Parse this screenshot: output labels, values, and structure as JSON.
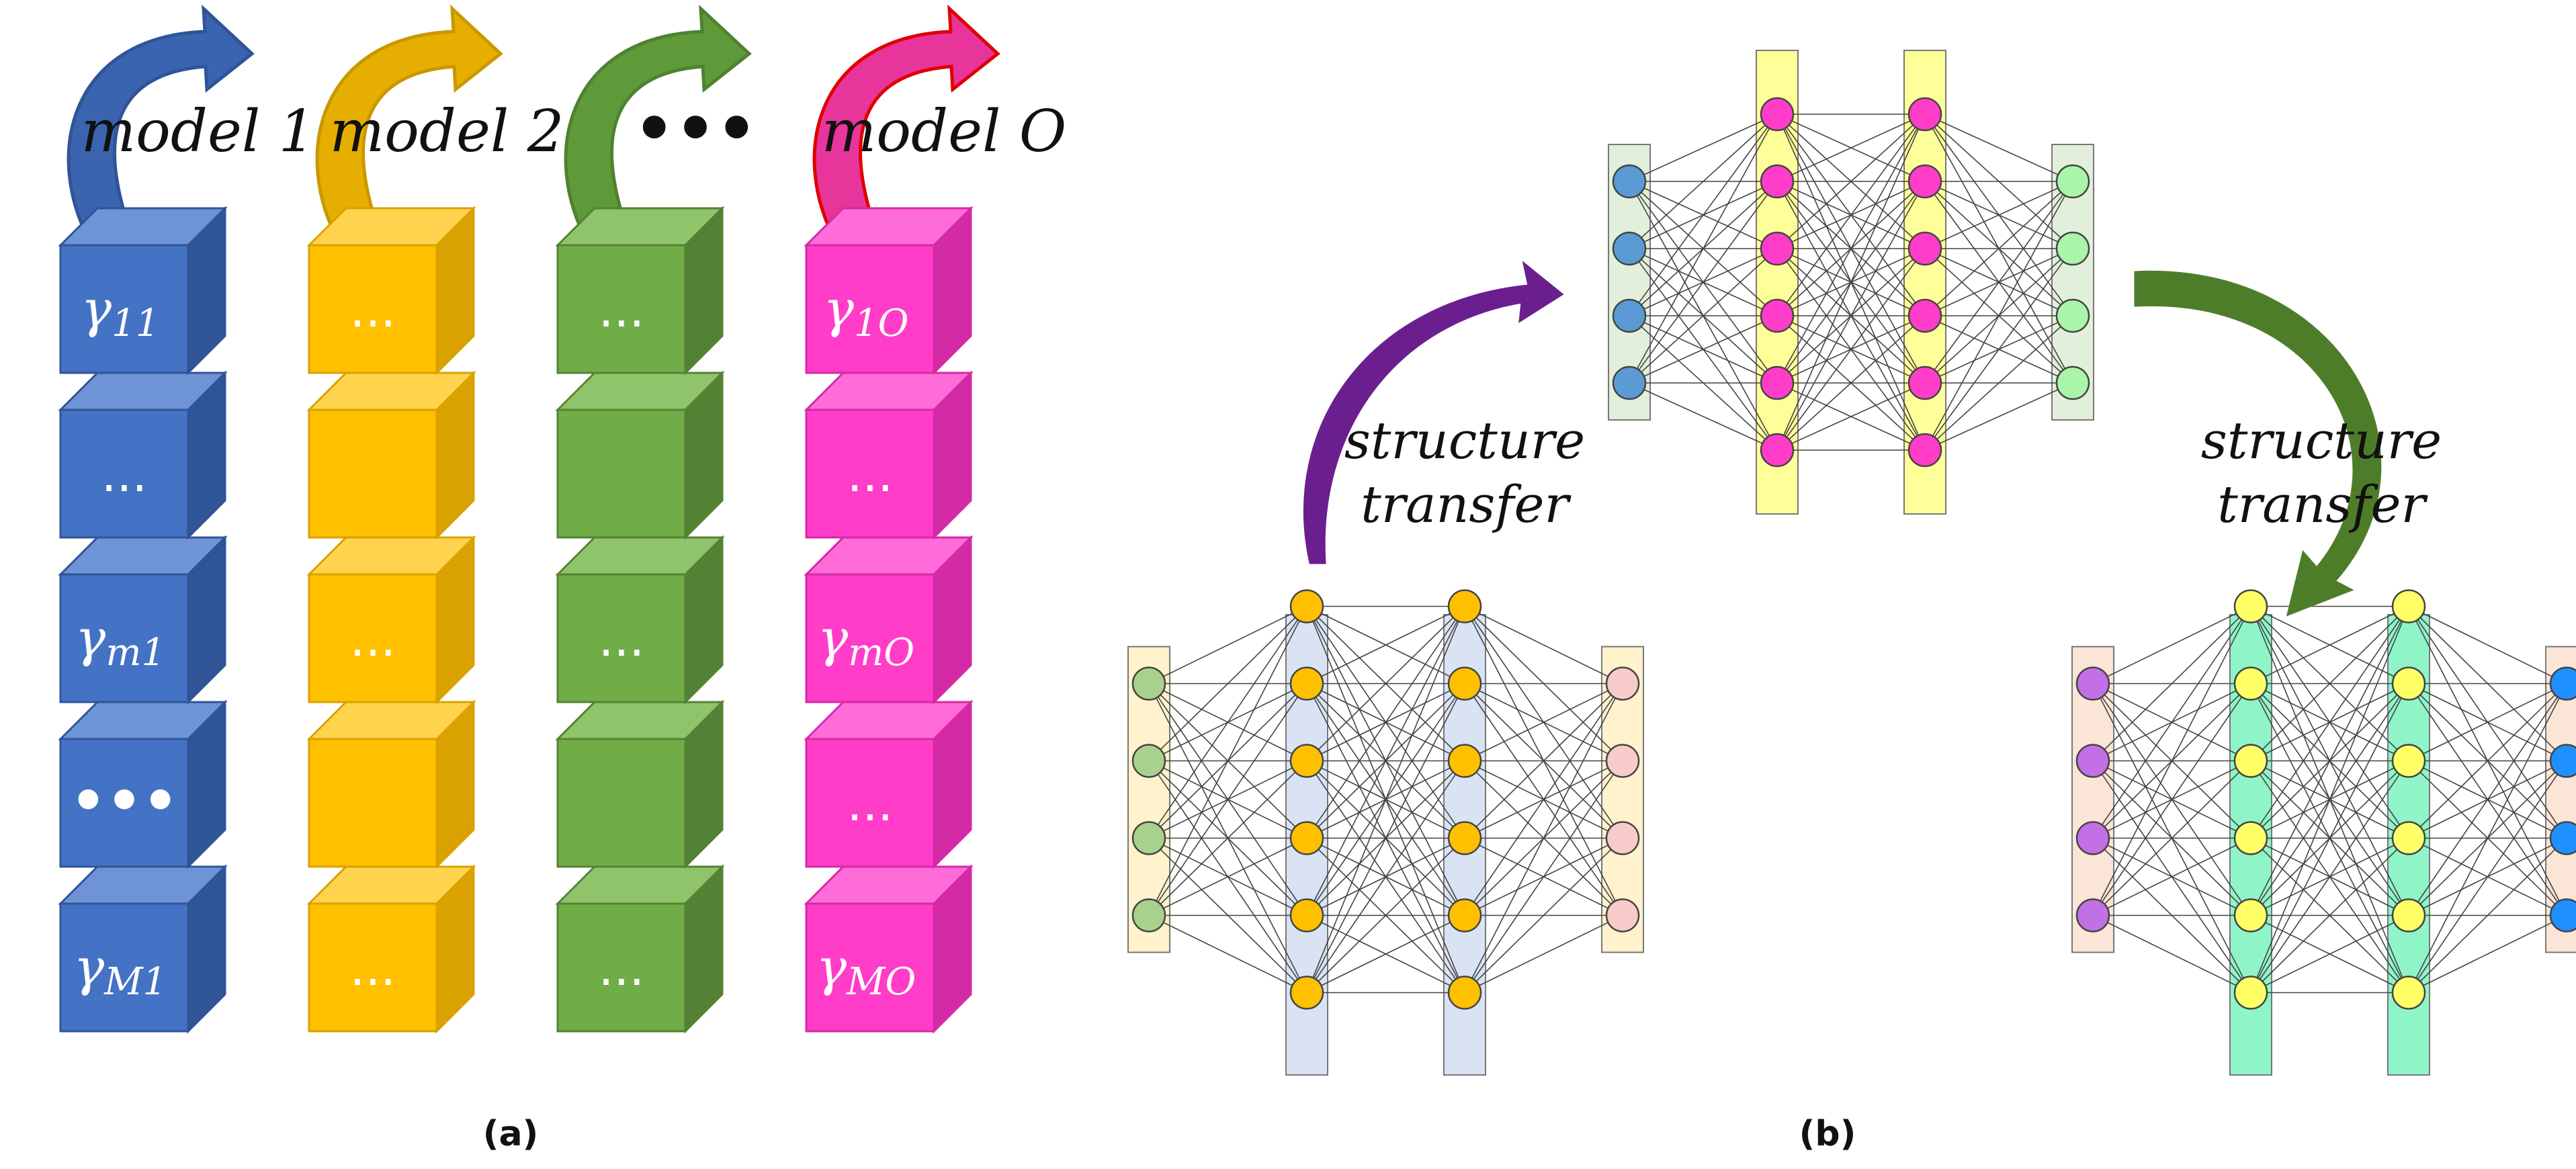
{
  "panel_a": {
    "caption": "(a)",
    "columns": [
      {
        "model_label": "model 1",
        "colors": {
          "front": "#4472C4",
          "top": "#6E93D6",
          "side": "#2F5597",
          "arrow": "#3A64B0",
          "arrow_edge": "#2F5597"
        },
        "cells": [
          {
            "kind": "gamma",
            "sub": "11"
          },
          {
            "kind": "dots",
            "text": "..."
          },
          {
            "kind": "gamma",
            "sub": "m1"
          },
          {
            "kind": "bold",
            "text": "•••"
          },
          {
            "kind": "gamma",
            "sub": "M1"
          }
        ]
      },
      {
        "model_label": "model 2",
        "colors": {
          "front": "#FFC000",
          "top": "#FFD34D",
          "side": "#D9A200",
          "arrow": "#E6AE00",
          "arrow_edge": "#C99800"
        },
        "cells": [
          {
            "kind": "dots",
            "text": "..."
          },
          {
            "kind": "empty",
            "text": ""
          },
          {
            "kind": "dots",
            "text": "..."
          },
          {
            "kind": "empty",
            "text": ""
          },
          {
            "kind": "dots",
            "text": "..."
          }
        ]
      },
      {
        "model_label": "•••",
        "colors": {
          "front": "#70AD47",
          "top": "#8FC46A",
          "side": "#548235",
          "arrow": "#5E9A3A",
          "arrow_edge": "#4E8230"
        },
        "cells": [
          {
            "kind": "dots",
            "text": "..."
          },
          {
            "kind": "empty",
            "text": ""
          },
          {
            "kind": "dots",
            "text": "..."
          },
          {
            "kind": "empty",
            "text": ""
          },
          {
            "kind": "dots",
            "text": "..."
          }
        ]
      },
      {
        "model_label": "model O",
        "colors": {
          "front": "#FF3DC8",
          "top": "#FF6BD8",
          "side": "#D42AA6",
          "arrow": "#E8359C",
          "arrow_edge": "#E00000"
        },
        "cells": [
          {
            "kind": "gamma",
            "sub": "1O"
          },
          {
            "kind": "dots",
            "text": "..."
          },
          {
            "kind": "gamma",
            "sub": "mO"
          },
          {
            "kind": "dots",
            "text": "..."
          },
          {
            "kind": "gamma",
            "sub": "MO"
          }
        ]
      }
    ]
  },
  "panel_b": {
    "caption": "(b)",
    "transfer_left": {
      "line1": "structure",
      "line2": "transfer",
      "arrow_color": "#6B1F8F"
    },
    "transfer_right": {
      "line1": "structure",
      "line2": "transfer",
      "arrow_color": "#4E7D2A"
    },
    "networks": [
      {
        "name": "top",
        "layers": [
          {
            "count": 4,
            "neuron": "#5B9BD5",
            "band": "#E2EFDA"
          },
          {
            "count": 6,
            "neuron": "#FF3DC8",
            "band": "#FFFF99"
          },
          {
            "count": 6,
            "neuron": "#FF3DC8",
            "band": "#FFFF99"
          },
          {
            "count": 4,
            "neuron": "#A9F5A9",
            "band": "#E2EFDA"
          }
        ]
      },
      {
        "name": "bottom-left",
        "layers": [
          {
            "count": 4,
            "neuron": "#A9D18E",
            "band": "#FFF2CC"
          },
          {
            "count": 6,
            "neuron": "#FFC000",
            "band": "#DAE3F3"
          },
          {
            "count": 6,
            "neuron": "#FFC000",
            "band": "#DAE3F3"
          },
          {
            "count": 4,
            "neuron": "#F8CBCB",
            "band": "#FFF2CC"
          }
        ]
      },
      {
        "name": "bottom-right",
        "layers": [
          {
            "count": 4,
            "neuron": "#C36FE6",
            "band": "#FBE5D6"
          },
          {
            "count": 6,
            "neuron": "#FFFF66",
            "band": "#8FF5C8"
          },
          {
            "count": 6,
            "neuron": "#FFFF66",
            "band": "#8FF5C8"
          },
          {
            "count": 4,
            "neuron": "#1E90FF",
            "band": "#FBE5D6"
          }
        ]
      }
    ]
  }
}
